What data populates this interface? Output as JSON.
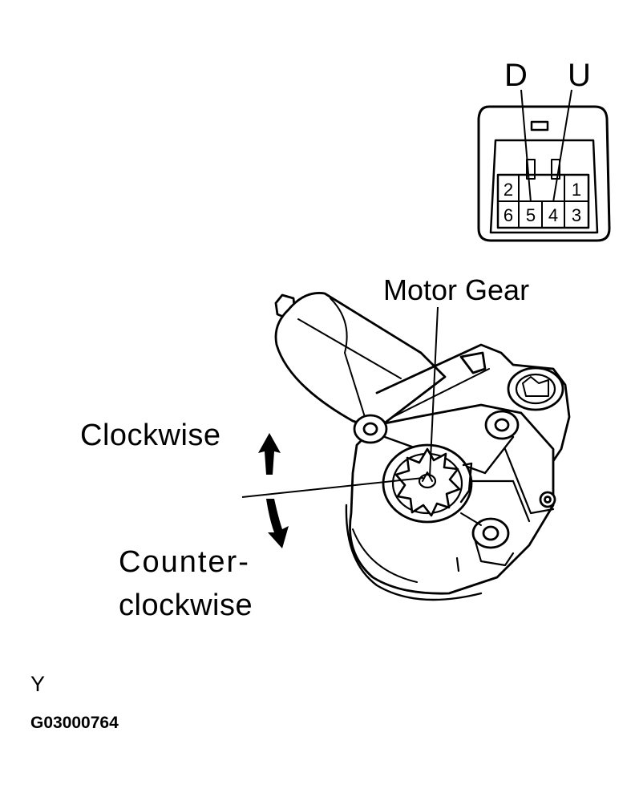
{
  "connector": {
    "terminal_d": "D",
    "terminal_u": "U",
    "pins": [
      "2",
      "1",
      "6",
      "5",
      "4",
      "3"
    ]
  },
  "callouts": {
    "motor_gear": "Motor Gear",
    "clockwise": "Clockwise",
    "counter_line1": "Counter-",
    "counter_line2": "clockwise"
  },
  "footer": {
    "code": "Y",
    "figure_id": "G03000764"
  }
}
